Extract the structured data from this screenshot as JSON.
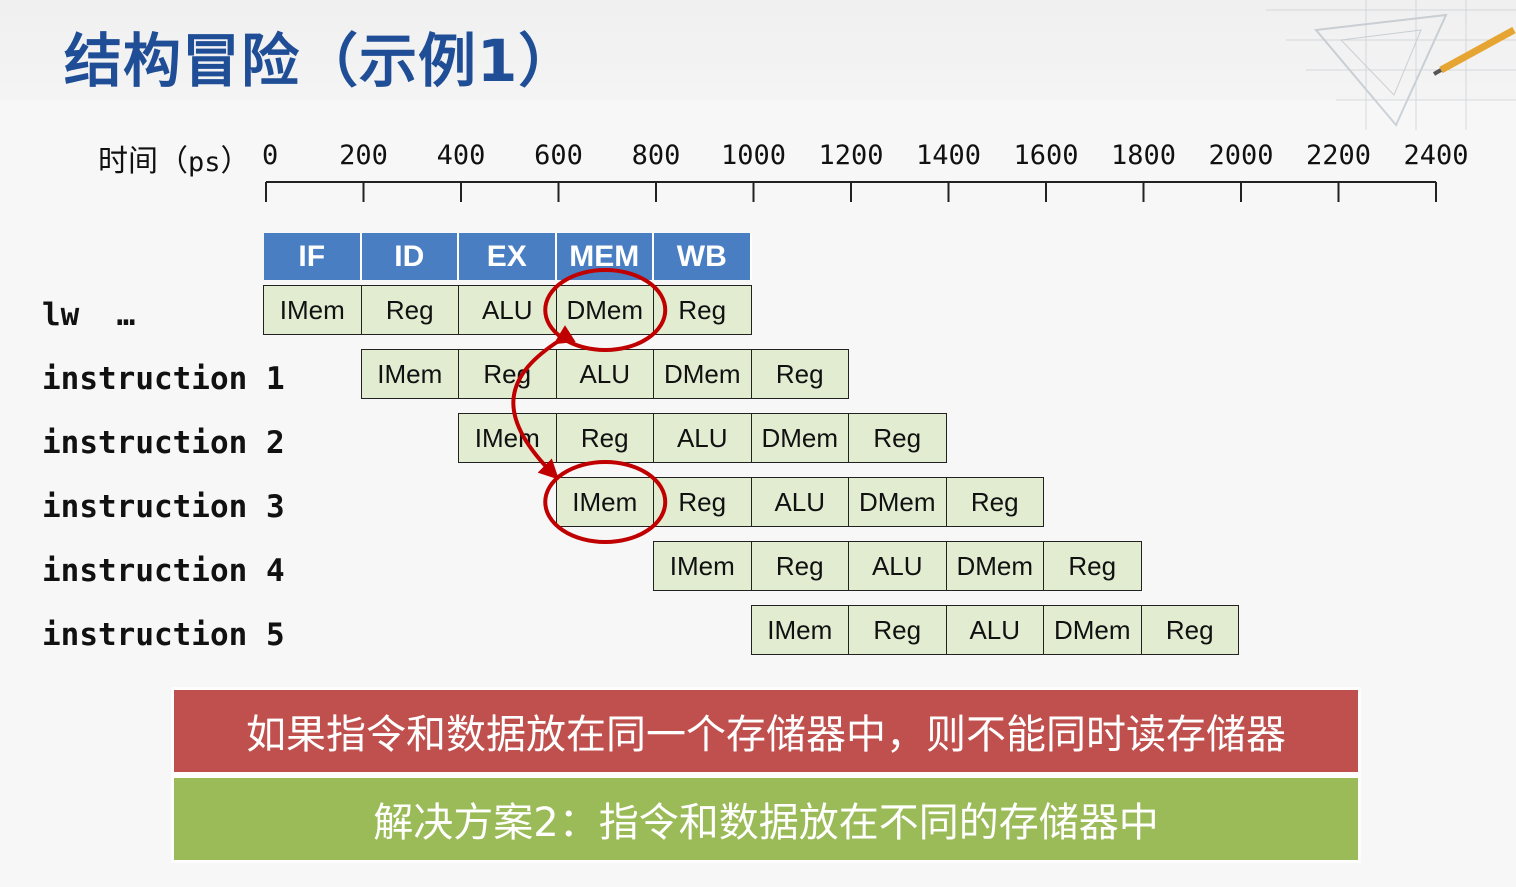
{
  "slide": {
    "title": "结构冒险（示例1）",
    "time_label": "时间（",
    "time_unit": "ps",
    "time_close": "）"
  },
  "axis": {
    "ticks": [
      "0",
      "200",
      "400",
      "600",
      "800",
      "1000",
      "1200",
      "1400",
      "1600",
      "1800",
      "2000",
      "2200",
      "2400"
    ]
  },
  "stages": [
    "IF",
    "ID",
    "EX",
    "MEM",
    "WB"
  ],
  "instructions": [
    {
      "label": "lw  …",
      "start": 0,
      "cells": [
        "IMem",
        "Reg",
        "ALU",
        "DMem",
        "Reg"
      ]
    },
    {
      "label": "instruction 1",
      "start": 200,
      "cells": [
        "IMem",
        "Reg",
        "ALU",
        "DMem",
        "Reg"
      ]
    },
    {
      "label": "instruction 2",
      "start": 400,
      "cells": [
        "IMem",
        "Reg",
        "ALU",
        "DMem",
        "Reg"
      ]
    },
    {
      "label": "instruction 3",
      "start": 600,
      "cells": [
        "IMem",
        "Reg",
        "ALU",
        "DMem",
        "Reg"
      ]
    },
    {
      "label": "instruction 4",
      "start": 800,
      "cells": [
        "IMem",
        "Reg",
        "ALU",
        "DMem",
        "Reg"
      ]
    },
    {
      "label": "instruction 5",
      "start": 1000,
      "cells": [
        "IMem",
        "Reg",
        "ALU",
        "DMem",
        "Reg"
      ]
    }
  ],
  "highlight": {
    "color": "#c00000",
    "from": {
      "instruction": 0,
      "cell": 3
    },
    "to": {
      "instruction": 3,
      "cell": 0
    }
  },
  "colors": {
    "title": "#1f4e96",
    "stage_header": "#4a7ec3",
    "cell_fill": "#e2ecd1",
    "banner_red": "#c0504d",
    "banner_green": "#9bbb59"
  },
  "banners": {
    "problem": "如果指令和数据放在同一个存储器中，则不能同时读存储器",
    "solution": "解决方案2：指令和数据放在不同的存储器中"
  }
}
